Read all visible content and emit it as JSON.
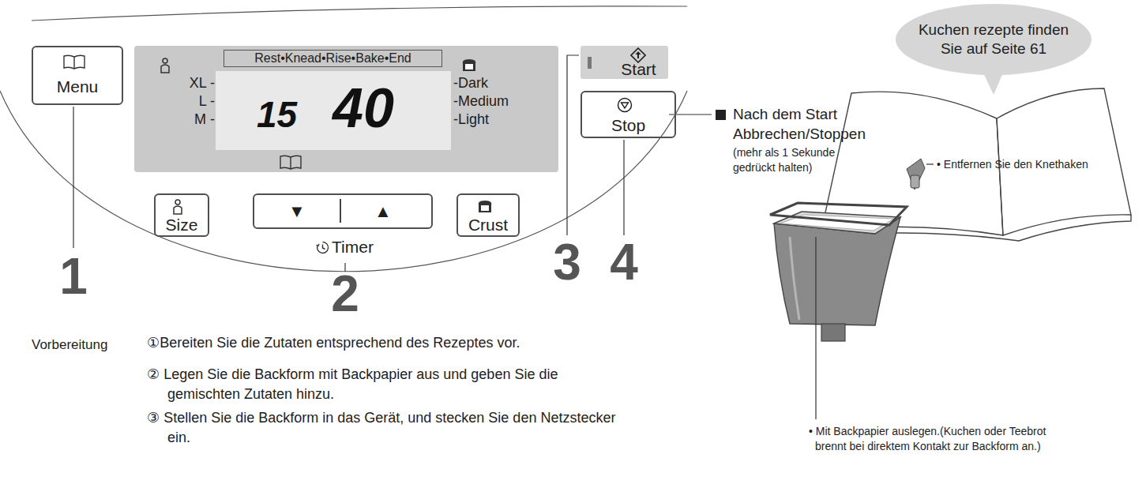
{
  "diagram": {
    "nodes": [
      {
        "text": [
          "Menu"
        ]
      },
      {
        "text": [
          "Rest•Knead•Rise•Bake•End",
          "XL -",
          "L -",
          "M -",
          "-Dark",
          "-Medium",
          "-Light"
        ]
      },
      {
        "text": [
          "15",
          "40"
        ],
        "in": 1
      },
      {
        "text": [
          "Start"
        ]
      },
      {
        "text": [
          "Size"
        ]
      },
      {
        "text": [
          "▼",
          "▲",
          "Timer"
        ]
      },
      {
        "text": [
          "Crust"
        ]
      },
      {
        "text": [
          "Stop"
        ]
      },
      {
        "text": [
          "Kuchen rezepte finden Sie auf Seite 61"
        ]
      }
    ],
    "labels": [
      "1",
      "2",
      "3",
      "4",
      "Nach dem Start Abbrechen/Stoppen",
      "(mehr als 1 Sekunde gedrückt halten)",
      "Vorbereitung",
      "①Bereiten Sie die Zutaten entsprechend des Rezeptes vor.",
      "② Legen Sie die Backform mit Backpapier aus und geben Sie die gemischten Zutaten hinzu.",
      "③ Stellen Sie die Backform in das Gerät, und stecken Sie den Netzstecker ein.",
      "• Entfernen Sie den Knethaken",
      "• Mit Backpapier auslegen.(Kuchen oder Teebrot brennt bei direktem Kontakt zur Backform an.)"
    ]
  }
}
